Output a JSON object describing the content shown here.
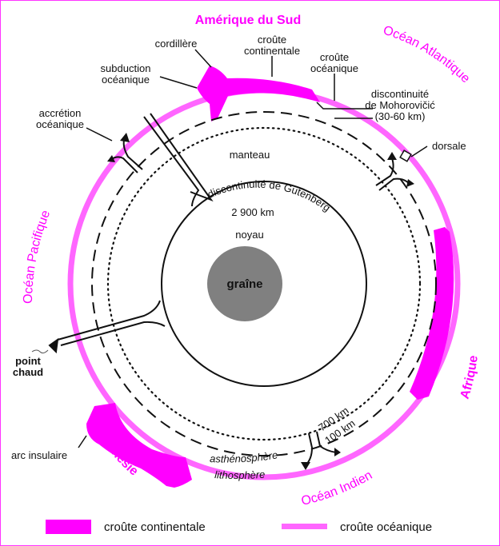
{
  "colors": {
    "continental": "#ff00ff",
    "oceanic": "#ff66ff",
    "frame": "#ff33ff",
    "inner_core": "#808080",
    "ink": "#111111"
  },
  "regions": {
    "south_america": "Amérique du Sud",
    "atlantic": "Océan Atlantique",
    "pacific": "Océan Pacifique",
    "africa": "Afrique",
    "indonesia": "Indonésie",
    "indian": "Océan Indien"
  },
  "labels": {
    "cordillera": "cordillère",
    "continental_crust_line1": "croûte",
    "continental_crust_line2": "continentale",
    "oceanic_crust_line1": "croûte",
    "oceanic_crust_line2": "océanique",
    "subduction_line1": "subduction",
    "subduction_line2": "océanique",
    "moho_line1": "discontinuité",
    "moho_line2": "de Mohorovičić",
    "moho_line3": "(30-60 km)",
    "accretion_line1": "accrétion",
    "accretion_line2": "océanique",
    "ridge": "dorsale",
    "mantle": "manteau",
    "gutenberg": "discontinuité de Gutenberg",
    "gutenberg_depth": "2 900 km",
    "core": "noyau",
    "inner_core": "graîne",
    "hotspot_line1": "point",
    "hotspot_line2": "chaud",
    "island_arc": "arc insulaire",
    "asthenosphere": "asthénosphère",
    "lithosphere": "lithosphère",
    "depth_700": "700 km",
    "depth_100": "100 km"
  },
  "legend": {
    "continental": "croûte continentale",
    "oceanic": "croûte océanique"
  }
}
